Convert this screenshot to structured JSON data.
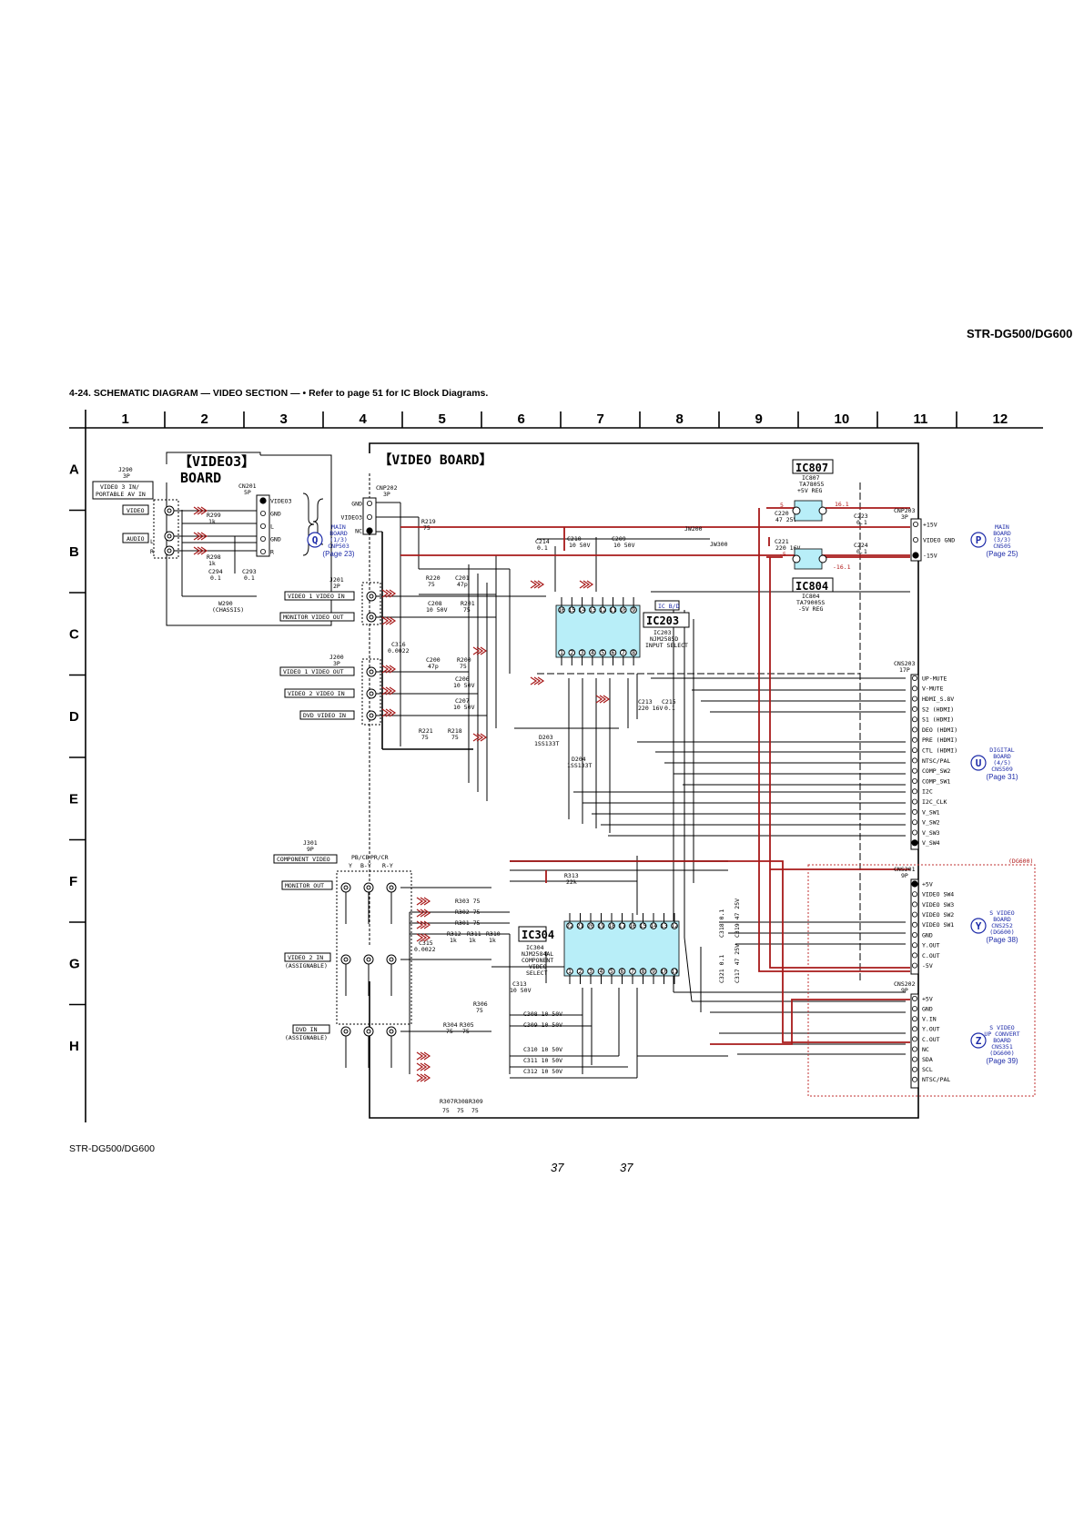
{
  "header": {
    "model": "STR-DG500/DG600"
  },
  "title": "4-24. SCHEMATIC DIAGRAM — VIDEO SECTION — • Refer to page 51 for IC Block Diagrams.",
  "footer": {
    "model": "STR-DG500/DG600",
    "page_left": "37",
    "page_right": "37"
  },
  "grid": {
    "cols": [
      "1",
      "2",
      "3",
      "4",
      "5",
      "6",
      "7",
      "8",
      "9",
      "10",
      "11",
      "12"
    ],
    "rows": [
      "A",
      "B",
      "C",
      "D",
      "E",
      "F",
      "G",
      "H"
    ]
  },
  "boards": {
    "video3_l1": "【VIDEO3】",
    "video3_l2": "BOARD",
    "video": "【VIDEO BOARD】"
  },
  "ics": {
    "ic807": {
      "box": "IC807",
      "l1": "IC807",
      "l2": "TA78055",
      "l3": "+5V REG"
    },
    "ic804": {
      "box": "IC804",
      "l1": "IC804",
      "l2": "TA79005S",
      "l3": "-5V REG"
    },
    "ic203": {
      "box": "IC203",
      "tag": "IC B/D",
      "l1": "IC203",
      "l2": "NJM2585D",
      "l3": "INPUT SELECT"
    },
    "ic304": {
      "box": "IC304",
      "l1": "IC304",
      "l2": "NJM2584AL",
      "l3": "COMPONENT",
      "l4": "VIDEO",
      "l5": "SELECT"
    }
  },
  "connectors": {
    "j290": {
      "ref": "J290",
      "pins": "3P",
      "l1": "VIDEO 3 IN/",
      "l2": "PORTABLE AV IN"
    },
    "cn201": {
      "ref": "CN201",
      "pins": "5P",
      "signals": [
        "VIDEO3",
        "GND",
        "L",
        "GND",
        "R"
      ]
    },
    "cnp202": {
      "ref": "CNP202",
      "pins": "3P",
      "signals": [
        "GND",
        "VIDEO3",
        "NC"
      ]
    },
    "cnp203": {
      "ref": "CNP203",
      "pins": "3P",
      "signals": [
        "+15V",
        "VIDEO GND",
        "-15V"
      ]
    },
    "cns203": {
      "ref": "CNS203",
      "pins": "17P",
      "signals": [
        "UP-MUTE",
        "V-MUTE",
        "HDMI_S.8V",
        "S2 (HDMI)",
        "S1 (HDMI)",
        "DEO (HDMI)",
        "PRE (HDMI)",
        "CTL (HDMI)",
        "NTSC/PAL",
        "COMP_SW2",
        "COMP_SW1",
        "I2C",
        "I2C_CLK",
        "V_SW1",
        "V_SW2",
        "V_SW3",
        "V_SW4"
      ]
    },
    "cns201": {
      "ref": "CNS201",
      "pins": "9P",
      "signals": [
        "+5V",
        "VIDEO SW4",
        "VIDEO SW3",
        "VIDEO SW2",
        "VIDEO SW1",
        "GND",
        "Y.OUT",
        "C.OUT",
        "-5V"
      ]
    },
    "cns202": {
      "ref": "CNS202",
      "pins": "9P",
      "signals": [
        "+5V",
        "GND",
        "V.IN",
        "Y.OUT",
        "C.OUT",
        "NC",
        "SDA",
        "SCL",
        "NTSC/PAL"
      ]
    },
    "j201": {
      "ref": "J201",
      "pins": "2P"
    },
    "j200": {
      "ref": "J200",
      "pins": "3P"
    },
    "j301": {
      "ref": "J301",
      "pins": "9P",
      "title": "COMPONENT VIDEO"
    }
  },
  "labels": {
    "video": "VIDEO",
    "audio": "AUDIO",
    "L": "L",
    "R": "R",
    "chassis": "(CHASSIS)",
    "w290": "W290",
    "video1_in": "VIDEO 1 VIDEO IN",
    "monitor_out": "MONITOR VIDEO OUT",
    "video1_out": "VIDEO 1 VIDEO OUT",
    "video2_in": "VIDEO 2 VIDEO IN",
    "dvd_in": "DVD VIDEO IN",
    "comp_monitor": "MONITOR OUT",
    "comp_video2": "VIDEO 2 IN",
    "comp_dvd": "DVD IN",
    "assignable": "(ASSIGNABLE)",
    "y": "Y",
    "pbcb": "PB/CB",
    "prcr": "PR/CR",
    "by": "B-Y",
    "ry": "R-Y",
    "jw200": "JW200",
    "jw300": "JW300",
    "dg600": "(DG600)",
    "p5": "5",
    "n5": "-5",
    "p16": "16.1",
    "n16": "-16.1"
  },
  "refs": {
    "Q": {
      "letter": "Q",
      "l1": "MAIN",
      "l2": "BOARD",
      "l3": "(1/3)",
      "l4": "CNP503",
      "page": "(Page 23)"
    },
    "P": {
      "letter": "P",
      "l1": "MAIN",
      "l2": "BOARD",
      "l3": "(3/3)",
      "l4": "CN505",
      "page": "(Page 25)"
    },
    "U": {
      "letter": "U",
      "l1": "DIGITAL",
      "l2": "BOARD",
      "l3": "(4/5)",
      "l4": "CNS509",
      "page": "(Page 31)"
    },
    "Y": {
      "letter": "Y",
      "l1": "S VIDEO",
      "l2": "BOARD",
      "l3": "CNS252",
      "l4": "(DG600)",
      "page": "(Page 38)"
    },
    "Z": {
      "letter": "Z",
      "l1": "S VIDEO",
      "l2": "UP CONVERT",
      "l3": "BOARD",
      "l4": "CNS351",
      "l5": "(DG600)",
      "page": "(Page 39)"
    }
  },
  "components": {
    "r299": "R299",
    "r299v": "1k",
    "r298": "R298",
    "r298v": "1k",
    "c294": "C294",
    "c294v": "0.1",
    "c293": "C293",
    "c293v": "0.1",
    "r219": "R219",
    "r219v": "75",
    "r220": "R220",
    "r220v": "75",
    "c201": "C201",
    "c201v": "47p",
    "c208": "C208",
    "c208v": "10 50V",
    "r201": "R201",
    "r201v": "75",
    "c316": "C316",
    "c316v": "0.0022",
    "c200": "C200",
    "c200v": "47p",
    "r200": "R200",
    "r200v": "75",
    "c206": "C206",
    "c206v": "10 50V",
    "c207": "C207",
    "c207v": "10 50V",
    "r221": "R221",
    "r221v": "75",
    "r218": "R218",
    "r218v": "75",
    "c214": "C214",
    "c214v": "0.1",
    "c210": "C210",
    "c210v": "10 50V",
    "c209": "C209",
    "c209v": "10 50V",
    "c213": "C213",
    "c213v": "220 16V",
    "c215": "C215",
    "c215v": "0.1",
    "d203": "D203",
    "d203v": "1SS133T",
    "d204": "D204",
    "d204v": "1SS133T",
    "c220": "C220",
    "c220v": "47 25V",
    "c221": "C221",
    "c221v": "220 16V",
    "c223": "C223",
    "c223v": "0.1",
    "c224": "C224",
    "c224v": "0.1",
    "r303": "R303 75",
    "r302": "R302 75",
    "r301": "R301 75",
    "r312": "R312",
    "r311": "R311",
    "r310": "R310",
    "r31xv": "1k",
    "c315": "C315",
    "c315v": "0.0022",
    "r313": "R313",
    "r313v": "22k",
    "c313": "C313",
    "c313v": "10 50V",
    "r306": "R306",
    "r306v": "75",
    "r304": "R304",
    "r305": "R305",
    "r30xv": "75",
    "c308": "C308 10 50V",
    "c309": "C309 10 50V",
    "c310": "C310 10 50V",
    "c311": "C311 10 50V",
    "c312": "C312 10 50V",
    "r307": "R307",
    "r308": "R308",
    "r309": "R309",
    "c318": "C318 0.1",
    "c319": "C319 47 25V",
    "c317": "C317 47 25V",
    "c321": "C321 0.1"
  }
}
